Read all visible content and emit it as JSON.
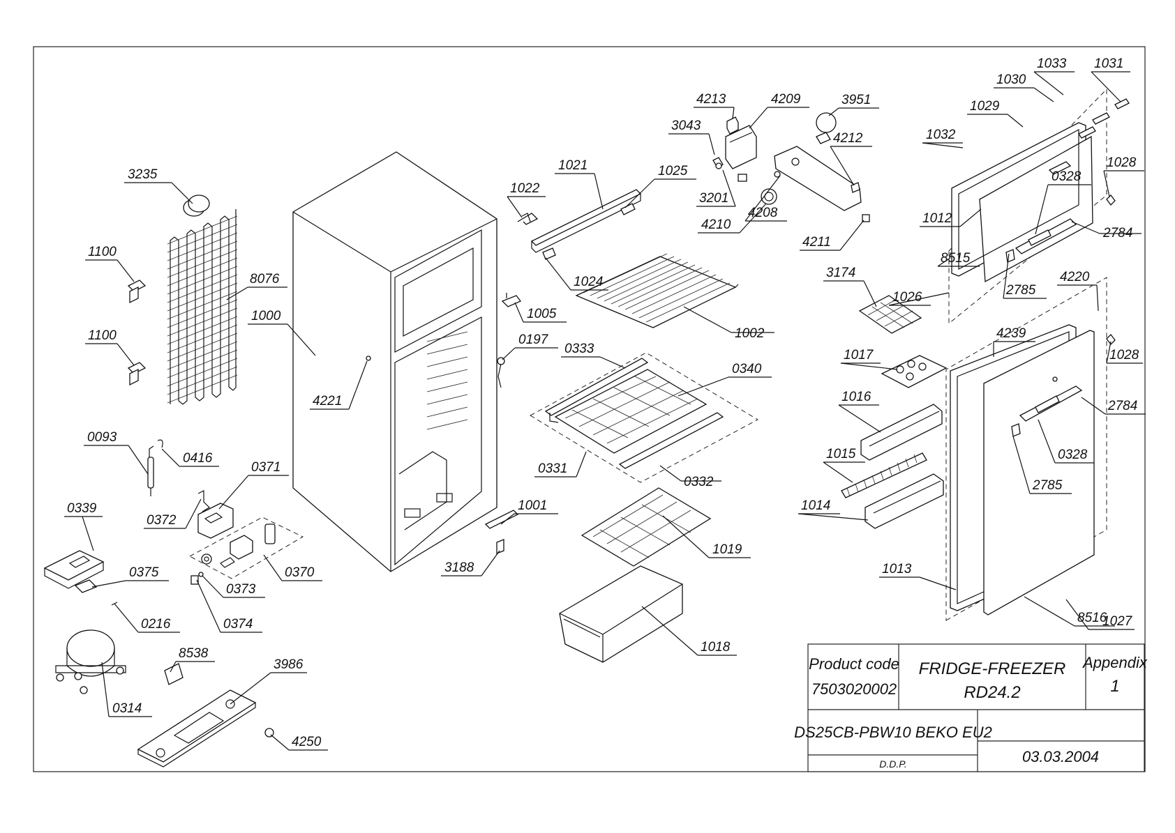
{
  "parts": [
    "3235",
    "1100",
    "1100",
    "8076",
    "1000",
    "4221",
    "0093",
    "0416",
    "0372",
    "0371",
    "0339",
    "0375",
    "0370",
    "0373",
    "0374",
    "0216",
    "0314",
    "8538",
    "3986",
    "4250",
    "1022",
    "1021",
    "1025",
    "1024",
    "1005",
    "0197",
    "3188",
    "1001",
    "1002",
    "0333",
    "0340",
    "0331",
    "0332",
    "1019",
    "1018",
    "4213",
    "4209",
    "3951",
    "3043",
    "3201",
    "4210",
    "4208",
    "4212",
    "4211",
    "1033",
    "1031",
    "1030",
    "1029",
    "1032",
    "1028",
    "0328",
    "1012",
    "2784",
    "8515",
    "2785",
    "3174",
    "1026",
    "4220",
    "4239",
    "1028",
    "1017",
    "1016",
    "2784",
    "1015",
    "0328",
    "1014",
    "2785",
    "1013",
    "8516",
    "1027"
  ],
  "title_block": {
    "product_code_label": "Product code",
    "product_code": "7503020002",
    "product_name": "FRIDGE-FREEZER",
    "model": "RD24.2",
    "appendix_label": "Appendix",
    "appendix_number": "1",
    "variant": "DS25CB-PBW10 BEKO EU2",
    "drawn_by": "D.D.P.",
    "date": "03.03.2004"
  }
}
